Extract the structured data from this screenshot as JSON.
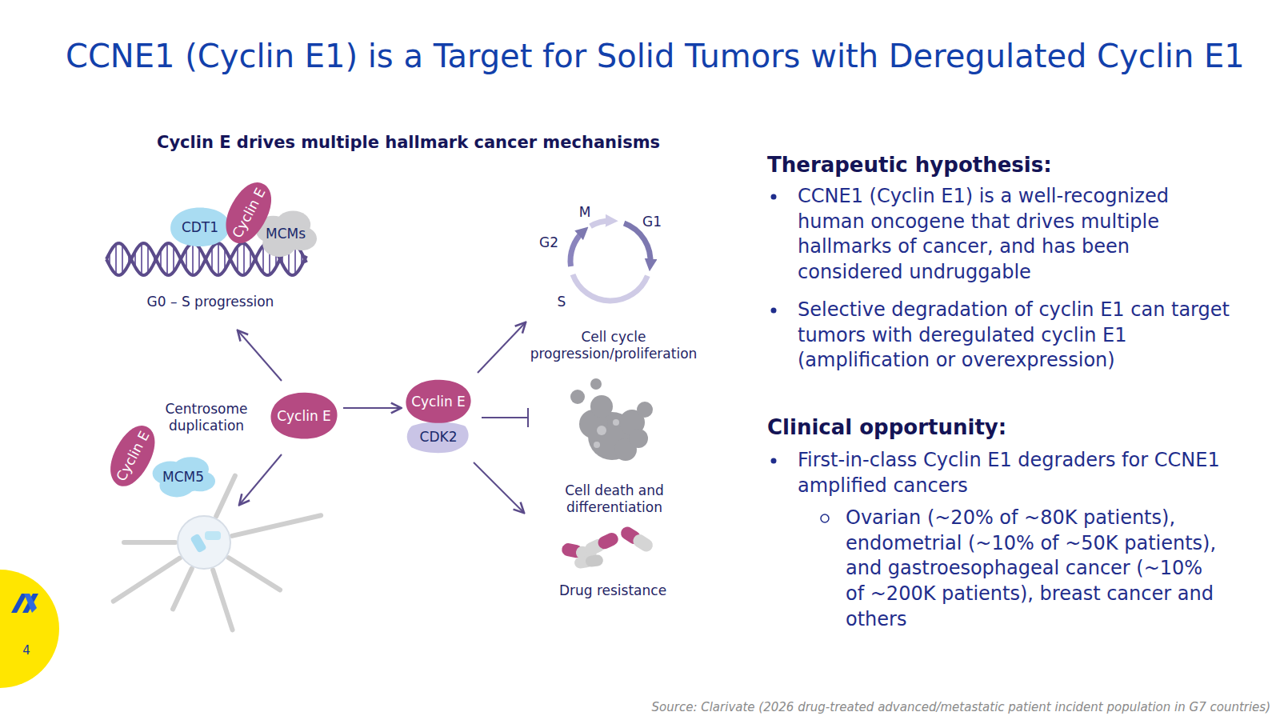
{
  "diagram": {
    "title": "CCNE1 (Cyclin E1) is a Target for Solid Tumors with Deregulated Cyclin E1",
    "nodes": [
      {
        "text": [
          "CDT1"
        ]
      },
      {
        "text": [
          "Cyclin E"
        ]
      },
      {
        "text": [
          "MCMs"
        ]
      },
      {
        "text": [
          "Cyclin E"
        ]
      },
      {
        "text": [
          "Cyclin E"
        ]
      },
      {
        "text": [
          "CDK2"
        ]
      },
      {
        "text": [
          "Cyclin E"
        ]
      },
      {
        "text": [
          "MCM5"
        ]
      }
    ],
    "edges": [
      {
        "from": 3,
        "to": 4,
        "arrow": "to"
      }
    ],
    "labels": [
      "Cyclin E drives multiple hallmark cancer mechanisms",
      "G0 – S progression",
      "Centrosome duplication",
      "M",
      "G1",
      "G2",
      "S",
      "Cell cycle progression/proliferation",
      "Cell death and differentiation",
      "Drug resistance",
      "Therapeutic hypothesis:",
      "CCNE1 (Cyclin E1) is a well-recognized human oncogene that drives multiple hallmarks of cancer, and has been considered undruggable",
      "Selective degradation of cyclin E1 can target tumors with deregulated cyclin E1 (amplification or overexpression)",
      "Clinical opportunity:",
      "First-in-class Cyclin E1 degraders for CCNE1 amplified cancers",
      "Ovarian (~20% of ~80K patients), endometrial (~10% of ~50K patients), and gastroesophageal cancer (~10% of ~200K patients), breast cancer and others",
      "4",
      "Source: Clarivate (2026 drug-treated advanced/metastatic patient incident population in G7 countries)"
    ]
  }
}
